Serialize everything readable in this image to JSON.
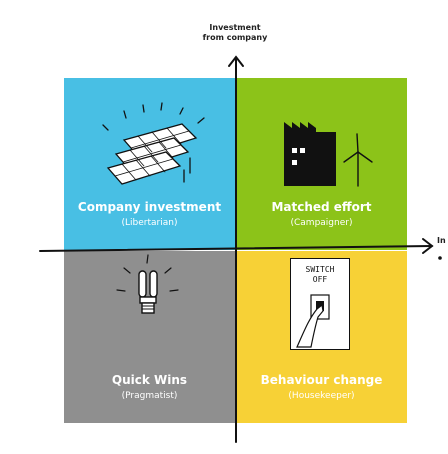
{
  "axes": {
    "y_label_line1": "Investment",
    "y_label_line2": "from company",
    "x_label_fragment": "In"
  },
  "quadrants": {
    "top_left": {
      "title": "Company investment",
      "subtitle": "(Libertarian)",
      "color": "#48bfe4"
    },
    "top_right": {
      "title": "Matched effort",
      "subtitle": "(Campaigner)",
      "color": "#8cc319"
    },
    "bottom_left": {
      "title": "Quick Wins",
      "subtitle": "(Pragmatist)",
      "color": "#8f8f8f"
    },
    "bottom_right": {
      "title": "Behaviour change",
      "subtitle": "(Housekeeper)",
      "color": "#f7d136"
    }
  },
  "switch_sign": {
    "line1": "SWITCH",
    "line2": "OFF"
  }
}
